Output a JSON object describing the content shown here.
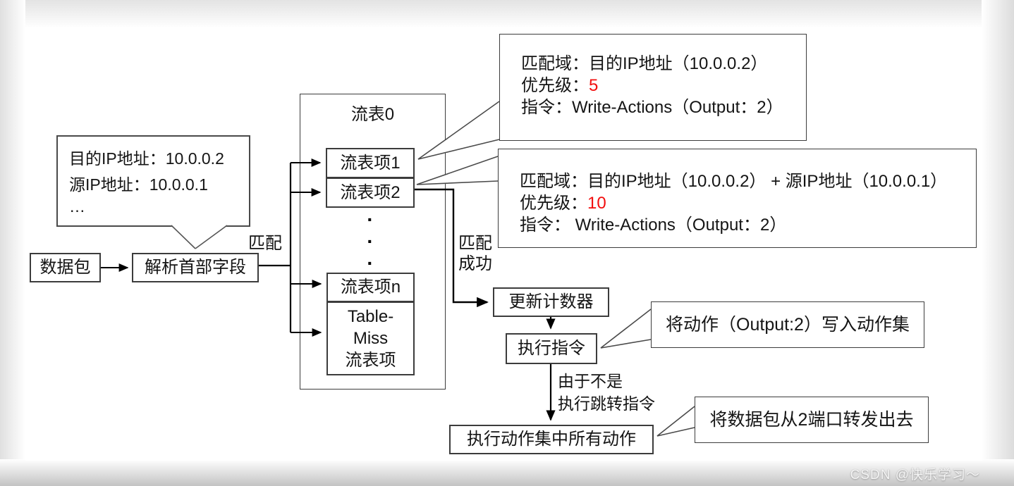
{
  "diagram": {
    "bubble": {
      "lines": [
        "目的IP地址：10.0.0.2",
        "源IP地址：10.0.0.1",
        "…"
      ]
    },
    "packet": "数据包",
    "parse": "解析首部字段",
    "match_label": "匹配",
    "flow_table": {
      "title": "流表0",
      "entry1": "流表项1",
      "entry2": "流表项2",
      "ellipsis": [
        "·",
        "·",
        "·"
      ],
      "entry_n": "流表项n",
      "table_miss_lines": [
        "Table-",
        "Miss",
        "流表项"
      ]
    },
    "match_success_lines": [
      "匹配",
      "成功"
    ],
    "update_counter": "更新计数器",
    "execute_instruction": "执行指令",
    "jump_note_lines": [
      "由于不是",
      "执行跳转指令"
    ],
    "execute_actions": "执行动作集中所有动作",
    "callout1": {
      "match": "匹配域：目的IP地址（10.0.0.2）",
      "priority_label": "优先级：",
      "priority_value": "5",
      "instruction": "指令：Write-Actions（Output：2）"
    },
    "callout2": {
      "match": "匹配域：目的IP地址（10.0.0.2） + 源IP地址（10.0.0.1）",
      "priority_label": "优先级：",
      "priority_value": "10",
      "instruction": "指令： Write-Actions（Output：2）"
    },
    "callout_write_action": "将动作（Output:2）写入动作集",
    "callout_forward": "将数据包从2端口转发出去"
  },
  "colors": {
    "priority_red": "#f20d0d",
    "stroke": "#000000",
    "border_gray": "#3c3c3c"
  },
  "watermark": "CSDN @快乐学习～"
}
